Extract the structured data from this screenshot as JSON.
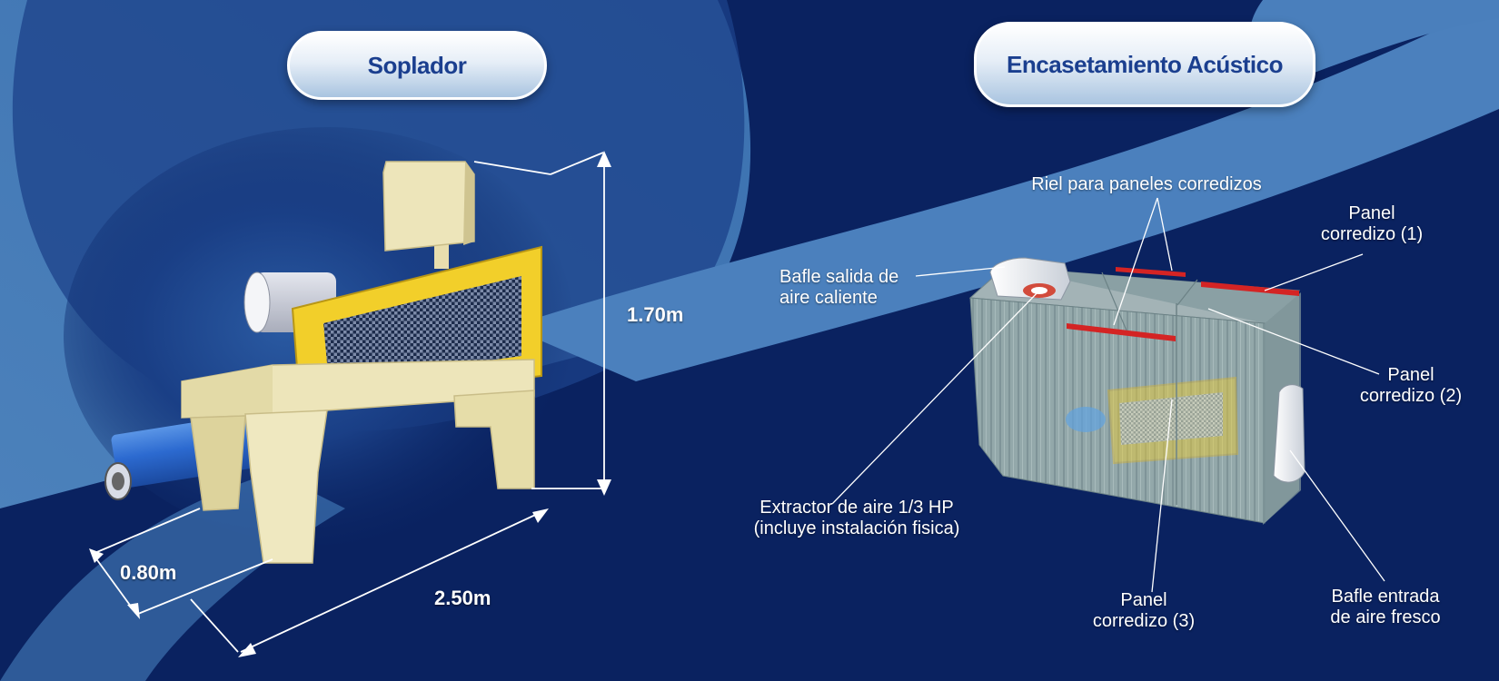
{
  "titles": {
    "blower": "Soplador",
    "enclosure": "Encasetamiento Acústico"
  },
  "dimensions": {
    "height": "1.70m",
    "width": "0.80m",
    "length": "2.50m"
  },
  "labels": {
    "rail": "Riel para paneles corredizos",
    "panel1": [
      "Panel",
      "corredizo (1)"
    ],
    "panel2": [
      "Panel",
      "corredizo (2)"
    ],
    "panel3": [
      "Panel",
      "corredizo (3)"
    ],
    "baffle_out": [
      "Bafle salida de",
      "aire caliente"
    ],
    "baffle_in": [
      "Bafle entrada",
      "de aire fresco"
    ],
    "extractor": [
      "Extractor de aire 1/3 HP",
      "(incluye instalación fisica)"
    ]
  },
  "colors": {
    "background_dark": "#0a2260",
    "background_light": "#4f86c0",
    "frame_cream": "#ede5ba",
    "pipe_blue": "#2f6fd0",
    "filter_frame": "#f2cf2a",
    "rail_red": "#d42424",
    "title_text": "#1b3f8f"
  }
}
